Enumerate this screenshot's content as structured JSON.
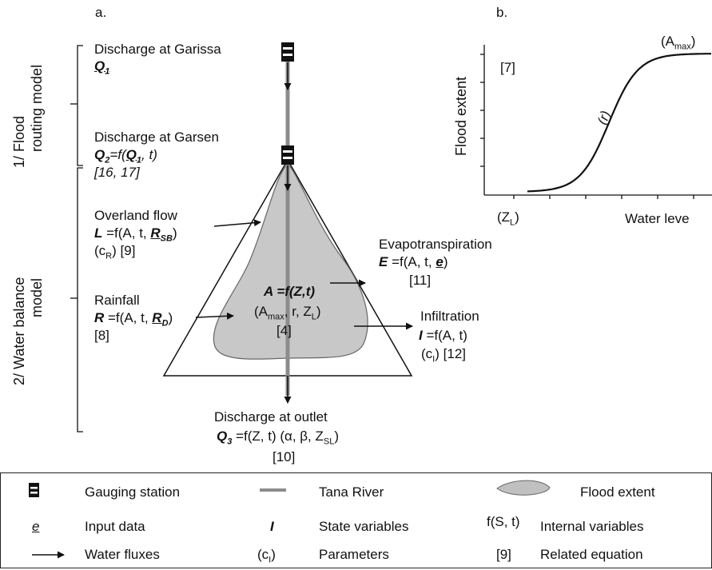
{
  "panel_a": {
    "label": "a.",
    "flood_routing": {
      "line1": "1/ Flood",
      "line2": "routing model"
    },
    "water_balance": {
      "line1": "2/ Water balance",
      "line2": "model"
    },
    "garissa": {
      "title": "Discharge at Garissa",
      "var": "Q",
      "sub": "1"
    },
    "garsen": {
      "title": "Discharge at Garsen",
      "var": "Q",
      "sub": "2",
      "eq": "=f(",
      "arg_var": "Q",
      "arg_sub": "1",
      "arg_rest": ", t)",
      "refs": "[16, 17]"
    },
    "overland": {
      "title": "Overland flow",
      "var": "L",
      "eq": " =f(A, t, ",
      "param_var": "R",
      "param_sub": "SB",
      "close": ")",
      "param_c": "(c",
      "param_c_sub": "R",
      "param_c_close": ")",
      "ref": "[9]"
    },
    "rainfall": {
      "title": "Rainfall",
      "var": "R",
      "eq": " =f(A, t, ",
      "param_var": "R",
      "param_sub": "D",
      "close": ")",
      "ref": "[8]"
    },
    "area": {
      "var": "A",
      "eq": " =f(Z,t)",
      "params_open": "(A",
      "params_sub": "max",
      "params_rest": ", r, Z",
      "params_sub2": "L",
      "params_close": ")",
      "ref": "[4]"
    },
    "evapo": {
      "title": "Evapotranspiration",
      "var": "E",
      "eq": " =f(A, t, ",
      "input": "e",
      "close": ")",
      "ref": "[11]"
    },
    "infil": {
      "title": "Infiltration",
      "var": "I",
      "eq": " =f(A, t)",
      "param": "(c",
      "param_sub": "I",
      "param_close": ")",
      "ref": "[12]"
    },
    "outlet": {
      "title": "Discharge at outlet",
      "var": "Q",
      "sub": "3",
      "eq": " =f(Z, t) (α, β, Z",
      "eq_sub": "SL",
      "eq_close": ")",
      "ref": "[10]"
    }
  },
  "panel_b": {
    "label": "b.",
    "ylabel": "Flood extent",
    "xlabel": "Water leve",
    "ref": "[7]",
    "amax_open": "(A",
    "amax_sub": "max",
    "amax_close": ")",
    "zl_open": "(Z",
    "zl_sub": "L",
    "zl_close": ")",
    "r": "(r)"
  },
  "legend": {
    "gauging": "Gauging station",
    "river": "Tana River",
    "flood": "Flood extent",
    "input_sym": "e",
    "input": "Input data",
    "state_sym": "I",
    "state": "State variables",
    "internal_sym": "f(S, t)",
    "internal": "Internal variables",
    "fluxes": "Water fluxes",
    "param_sym_open": "(c",
    "param_sym_sub": "I",
    "param_sym_close": ")",
    "params": "Parameters",
    "eq_sym": "[9]",
    "eq": "Related equation"
  },
  "colors": {
    "river": "#8c8c8c",
    "flood": "#c8c8c8",
    "line": "#111111"
  }
}
